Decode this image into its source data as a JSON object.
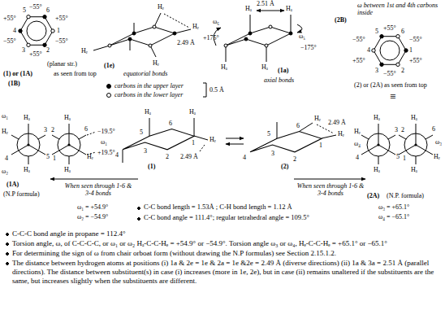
{
  "diagram": {
    "labels": [
      "5",
      "−55°",
      "6",
      "+55°",
      "+55°",
      "4",
      "1",
      "−55°",
      "−55°",
      "3",
      "2",
      "+55°",
      "(planar str.)",
      "(1) or (1A)",
      "as seen from top",
      "(1B)",
      "Hₑ",
      "Hₑ",
      "Hₑ",
      "Hₑ",
      "2.49 Å",
      "(1e)",
      "equatorial bonds",
      "0.5 Å",
      "2.51 Å",
      "Hₐ",
      "Hₐ",
      "Hₐ",
      "Hₐ",
      "ω₆",
      "+175°",
      "ω₅",
      "−175°",
      "(1a)",
      "axial bonds",
      "ω between 1st and 4th carbons inside",
      "(2B)",
      "5",
      "+55°",
      "6",
      "−55°",
      "−55°",
      "4",
      "1",
      "+55°",
      "+55°",
      "3",
      "2",
      "−55°",
      "(2) or (2A) as seen from top",
      "≡",
      "ω₁",
      "Hₐ",
      "Hₑ",
      "4",
      "3",
      "5",
      "Hₐ",
      "ω₂",
      "Hₐ",
      "2",
      "6",
      "1",
      "Hₑ",
      "Hₐ",
      "−19.5°",
      "ω₁",
      "+19.5°",
      "(1A)",
      "(N.P formula)",
      "When seen through 1-6 & 3-4 bonds",
      "ω₁ = +54.9°",
      "ω₂ = −54.9°",
      "4",
      "3",
      "2",
      "1",
      "6",
      "5",
      "Hₐ",
      "Hₐ",
      "Hₑ",
      "2.49 Å",
      "(1)",
      "4",
      "3",
      "2",
      "1",
      "6",
      "5",
      "Hₑ",
      "2.49 Å",
      "Hₑ",
      "(2)",
      "When seen through 1-6 & 3-4 bonds",
      "ω₄",
      "Hₑ",
      "Hₐ",
      "4",
      "3",
      "5",
      "Hₐ",
      "Hₐ",
      "2",
      "6",
      "1",
      "Hₑ",
      "Hₐ",
      "ω₃",
      "(2A)",
      "(N.P. formula)",
      "ω₃ = +65.1°",
      "ω₄ = −65.1°",
      "C-C bond length = 1.53Å ; C-H bond length = 1.12 Å",
      "C-C bond angle = 111.4°; regular tetrahedral angle = 109.5°",
      "C-C-C bond angle in propane = 112.4°",
      "Torsion angle, ω, of C-C-C-C, or ω₁ or ω₂ Hₐ-C-C-Hₑ = +54.9° or −54.9°. Torsion angle ω₃ or ω₄, Hₑ-C-C-Hₑ = +65.1° or −65.1°",
      "For determining the sign of ω from chair orboat form (without drawing the N.P formulas) see Section 2.15.1.2.",
      "The distance between hydrogen atoms at positions (i) 1a & 2e = 1e & 2a = 1e &2e = 2.49 Å (diverse directions) (ii) 1a & 3a = 2.51 Å (parallel directions). The distance between substituent(s) in case (i) increases (more in 1e, 2e), but in case (ii) remains unaltered if the substituents are the same, but increases slightly when the substituents are different."
    ],
    "legend": [
      {
        "text": "carbons in the upper layer"
      },
      {
        "text": "carbons in the lower layer"
      }
    ]
  }
}
